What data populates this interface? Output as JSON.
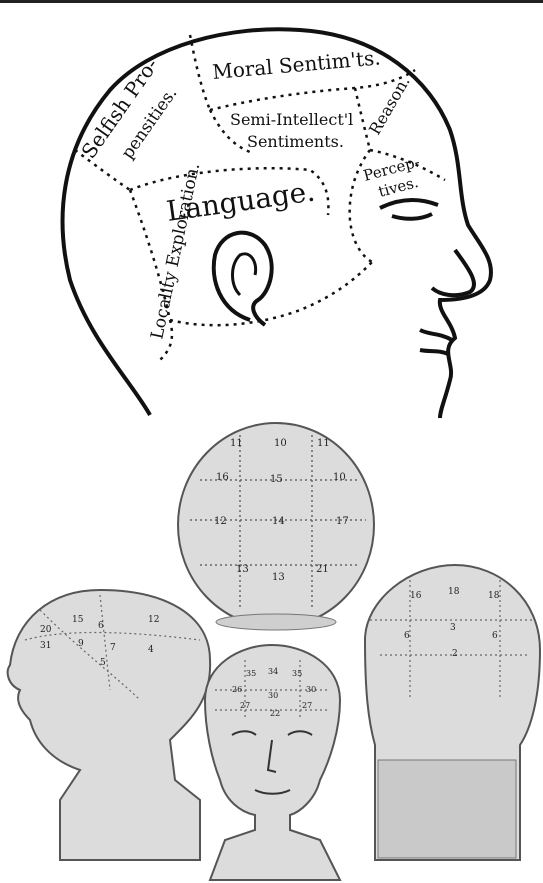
{
  "image": {
    "kind": "phrenology illustration",
    "top_diagram": {
      "regions": [
        {
          "id": "moral",
          "label": "Moral Sentim'ts."
        },
        {
          "id": "selfish1",
          "label": "Selfish Pro-"
        },
        {
          "id": "selfish2",
          "label": "pensities."
        },
        {
          "id": "semi1",
          "label": "Semi-Intellect'l"
        },
        {
          "id": "semi2",
          "label": "Sentiments."
        },
        {
          "id": "reason",
          "label": "Reason."
        },
        {
          "id": "percep1",
          "label": "Percep-"
        },
        {
          "id": "percep2",
          "label": "tives."
        },
        {
          "id": "language",
          "label": "Language."
        },
        {
          "id": "locality",
          "label": "Locality Exploration."
        }
      ]
    },
    "busts": {
      "top_back": {
        "numbers": [
          "11",
          "10",
          "11",
          "16",
          "15",
          "10",
          "12",
          "14",
          "17",
          "13",
          "13",
          "21"
        ]
      },
      "left_profile": {
        "numbers": [
          "15",
          "20",
          "6",
          "12",
          "31",
          "9",
          "7",
          "5",
          "4"
        ]
      },
      "front": {
        "numbers": [
          "35",
          "34",
          "35",
          "26",
          "30",
          "30",
          "27",
          "22",
          "27"
        ]
      },
      "right_back": {
        "numbers": [
          "16",
          "18",
          "18",
          "6",
          "3",
          "6",
          "2"
        ]
      }
    }
  },
  "colors": {
    "ink": "#111111",
    "bust_fill": "#dcdcdc",
    "bust_shade": "#a9a9a9",
    "paper": "#ffffff"
  }
}
